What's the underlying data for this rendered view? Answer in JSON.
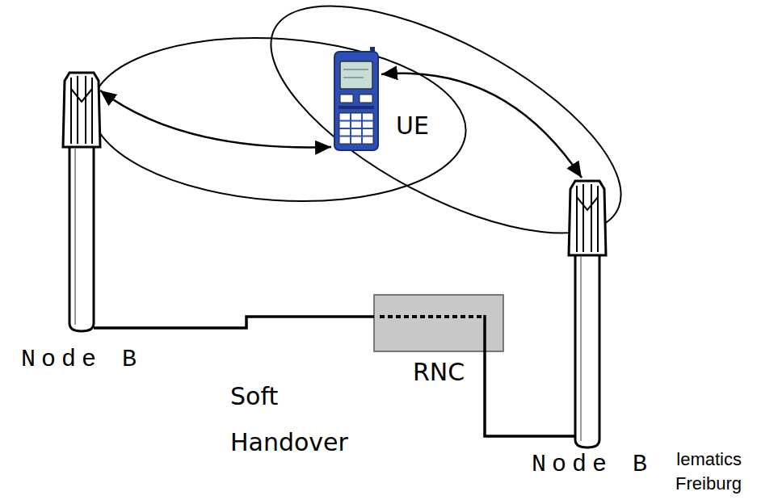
{
  "diagram": {
    "nodes": [
      {
        "text": [
          "Node B"
        ]
      },
      {
        "text": [
          "UE"
        ]
      },
      {
        "text": [
          "Node B"
        ]
      },
      {
        "text": [
          "RNC"
        ]
      }
    ],
    "edges": [
      {
        "from": 0,
        "to": 1,
        "arrow": "both"
      },
      {
        "from": 1,
        "to": 2,
        "arrow": "both"
      },
      {
        "from": 0,
        "to": 3,
        "arrow": "none"
      },
      {
        "from": 2,
        "to": 3,
        "arrow": "none"
      }
    ],
    "labels": [
      "Soft Handover",
      "lematics",
      "Freiburg"
    ]
  }
}
